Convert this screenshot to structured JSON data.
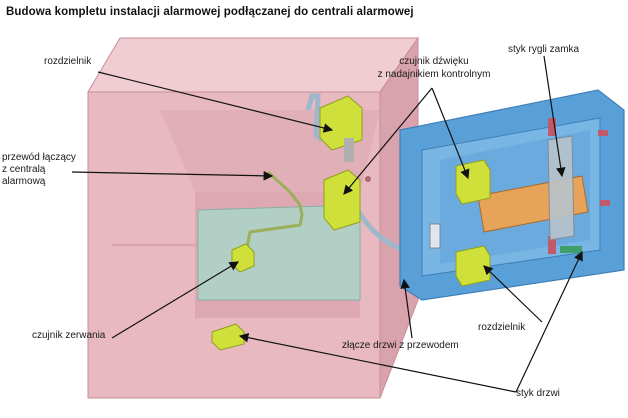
{
  "title": "Budowa kompletu instalacji alarmowej podłączanej do centrali alarmowej",
  "labels": {
    "rozdzielnik_top": "rozdzielnik",
    "przewod_1": "przewód łączący",
    "przewod_2": "z centralą",
    "przewod_3": "alarmową",
    "czujnik_zerwania": "czujnik zerwania",
    "czujnik_dzwieku_1": "czujnik dźwięku",
    "czujnik_dzwieku_2": "z nadajnikiem kontrolnym",
    "styk_rygli": "styk rygli zamka",
    "rozdzielnik_door": "rozdzielnik",
    "zlacze_drzwi": "złącze drzwi z przewodem",
    "styk_drzwi": "styk drzwi"
  },
  "colors": {
    "safe_body": "#e8b9c0",
    "safe_inner": "#d49aa6",
    "safe_floor": "#aed4c8",
    "door": "#5aa0d8",
    "door_dark": "#3f7fb8",
    "module": "#cfe03a",
    "bolt_plate": "#e8a35a",
    "leader": "#111111"
  }
}
